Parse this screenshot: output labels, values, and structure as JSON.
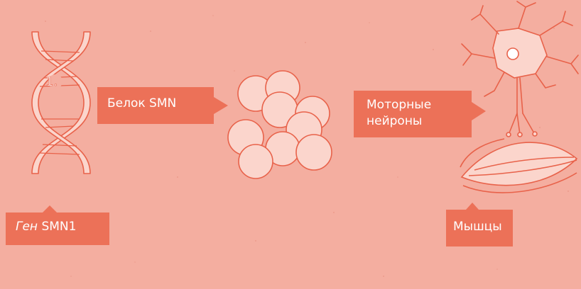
{
  "colors": {
    "background": "#f4aea0",
    "accent": "#ec7158",
    "fill_light": "#fbd5cc",
    "stroke": "#e8624a",
    "white": "#ffffff"
  },
  "steps": [
    {
      "name": "gene",
      "badge": "1.",
      "label_italic": "Ген",
      "label_text": "SMN1"
    },
    {
      "name": "protein",
      "label": "Белок SMN"
    },
    {
      "name": "neurons",
      "label_line1": "Моторные",
      "label_line2": "нейроны"
    },
    {
      "name": "muscle",
      "label": "Мышцы"
    }
  ],
  "icons": [
    "dna-icon",
    "protein-cluster-icon",
    "motor-neuron-icon",
    "muscle-icon"
  ]
}
